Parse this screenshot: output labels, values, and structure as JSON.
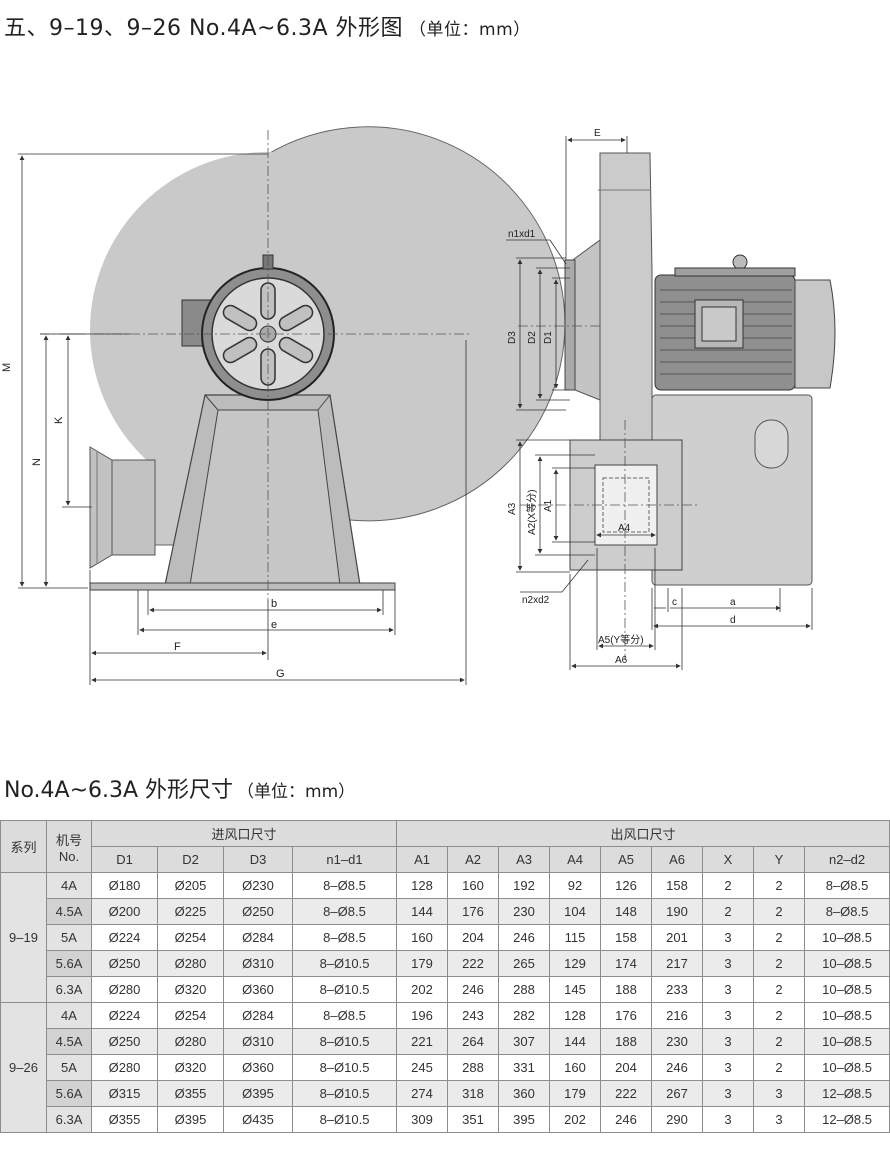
{
  "page_title": {
    "text": "五、9–19、9–26 No.4A~6.3A 外形图",
    "unit": "（单位：mm）"
  },
  "drawing_labels": {
    "M": "M",
    "N": "N",
    "K": "K",
    "b": "b",
    "e": "e",
    "F": "F",
    "G": "G",
    "E": "E",
    "n1xd1": "n1xd1",
    "D3": "D3",
    "D2": "D2",
    "D1": "D1",
    "A3": "A3",
    "A2": "A2(X等分)",
    "A1": "A1",
    "A4": "A4",
    "n2xd2": "n2xd2",
    "c": "c",
    "a": "a",
    "d": "d",
    "A5": "A5(Y等分)",
    "A6": "A6"
  },
  "table_title": {
    "text": "No.4A~6.3A 外形尺寸",
    "unit": "（单位：mm）"
  },
  "table": {
    "h_series": "系列",
    "h_model_1": "机号",
    "h_model_2": "No.",
    "h_inlet": "进风口尺寸",
    "h_outlet": "出风口尺寸",
    "columns": [
      "D1",
      "D2",
      "D3",
      "n1–d1",
      "A1",
      "A2",
      "A3",
      "A4",
      "A5",
      "A6",
      "X",
      "Y",
      "n2–d2"
    ],
    "groups": [
      {
        "series": "9–19",
        "rows": [
          {
            "model": "4A",
            "vals": [
              "Ø180",
              "Ø205",
              "Ø230",
              "8–Ø8.5",
              "128",
              "160",
              "192",
              "92",
              "126",
              "158",
              "2",
              "2",
              "8–Ø8.5"
            ]
          },
          {
            "model": "4.5A",
            "vals": [
              "Ø200",
              "Ø225",
              "Ø250",
              "8–Ø8.5",
              "144",
              "176",
              "230",
              "104",
              "148",
              "190",
              "2",
              "2",
              "8–Ø8.5"
            ]
          },
          {
            "model": "5A",
            "vals": [
              "Ø224",
              "Ø254",
              "Ø284",
              "8–Ø8.5",
              "160",
              "204",
              "246",
              "115",
              "158",
              "201",
              "3",
              "2",
              "10–Ø8.5"
            ]
          },
          {
            "model": "5.6A",
            "vals": [
              "Ø250",
              "Ø280",
              "Ø310",
              "8–Ø10.5",
              "179",
              "222",
              "265",
              "129",
              "174",
              "217",
              "3",
              "2",
              "10–Ø8.5"
            ]
          },
          {
            "model": "6.3A",
            "vals": [
              "Ø280",
              "Ø320",
              "Ø360",
              "8–Ø10.5",
              "202",
              "246",
              "288",
              "145",
              "188",
              "233",
              "3",
              "2",
              "10–Ø8.5"
            ]
          }
        ]
      },
      {
        "series": "9–26",
        "rows": [
          {
            "model": "4A",
            "vals": [
              "Ø224",
              "Ø254",
              "Ø284",
              "8–Ø8.5",
              "196",
              "243",
              "282",
              "128",
              "176",
              "216",
              "3",
              "2",
              "10–Ø8.5"
            ]
          },
          {
            "model": "4.5A",
            "vals": [
              "Ø250",
              "Ø280",
              "Ø310",
              "8–Ø10.5",
              "221",
              "264",
              "307",
              "144",
              "188",
              "230",
              "3",
              "2",
              "10–Ø8.5"
            ]
          },
          {
            "model": "5A",
            "vals": [
              "Ø280",
              "Ø320",
              "Ø360",
              "8–Ø10.5",
              "245",
              "288",
              "331",
              "160",
              "204",
              "246",
              "3",
              "2",
              "10–Ø8.5"
            ]
          },
          {
            "model": "5.6A",
            "vals": [
              "Ø315",
              "Ø355",
              "Ø395",
              "8–Ø10.5",
              "274",
              "318",
              "360",
              "179",
              "222",
              "267",
              "3",
              "3",
              "12–Ø8.5"
            ]
          },
          {
            "model": "6.3A",
            "vals": [
              "Ø355",
              "Ø395",
              "Ø435",
              "8–Ø10.5",
              "309",
              "351",
              "395",
              "202",
              "246",
              "290",
              "3",
              "3",
              "12–Ø8.5"
            ]
          }
        ]
      }
    ]
  }
}
